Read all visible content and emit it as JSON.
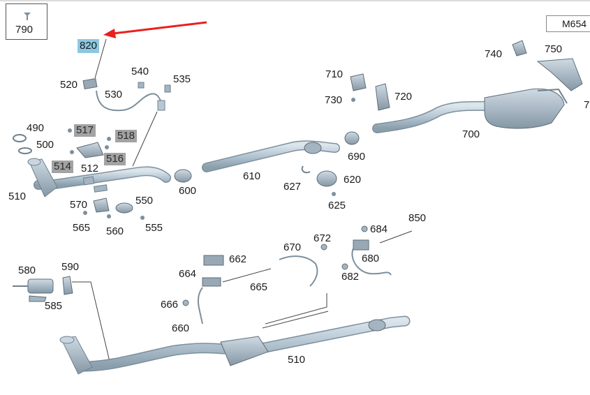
{
  "model": "M654",
  "labels": {
    "l790": "790",
    "l820": "820",
    "l520": "520",
    "l530": "530",
    "l540": "540",
    "l535": "535",
    "l490": "490",
    "l500": "500",
    "l517": "517",
    "l518": "518",
    "l514": "514",
    "l512": "512",
    "l516": "516",
    "l510a": "510",
    "l570": "570",
    "l550": "550",
    "l565": "565",
    "l560": "560",
    "l555": "555",
    "l600": "600",
    "l610": "610",
    "l627": "627",
    "l620": "620",
    "l625": "625",
    "l710": "710",
    "l730": "730",
    "l720": "720",
    "l690": "690",
    "l700": "700",
    "l740": "740",
    "l750": "750",
    "l7": "7",
    "l580": "580",
    "l590": "590",
    "l585": "585",
    "l662": "662",
    "l664": "664",
    "l665": "665",
    "l666": "666",
    "l660": "660",
    "l670": "670",
    "l672": "672",
    "l684": "684",
    "l850": "850",
    "l680": "680",
    "l682": "682",
    "l510b": "510"
  },
  "colors": {
    "arrow": "#e8211e",
    "pipe": "#b7c7d3",
    "pipe_edge": "#7d8f9c",
    "highlight": "#8cc8e2",
    "grey_tag": "#a3a3a3"
  }
}
